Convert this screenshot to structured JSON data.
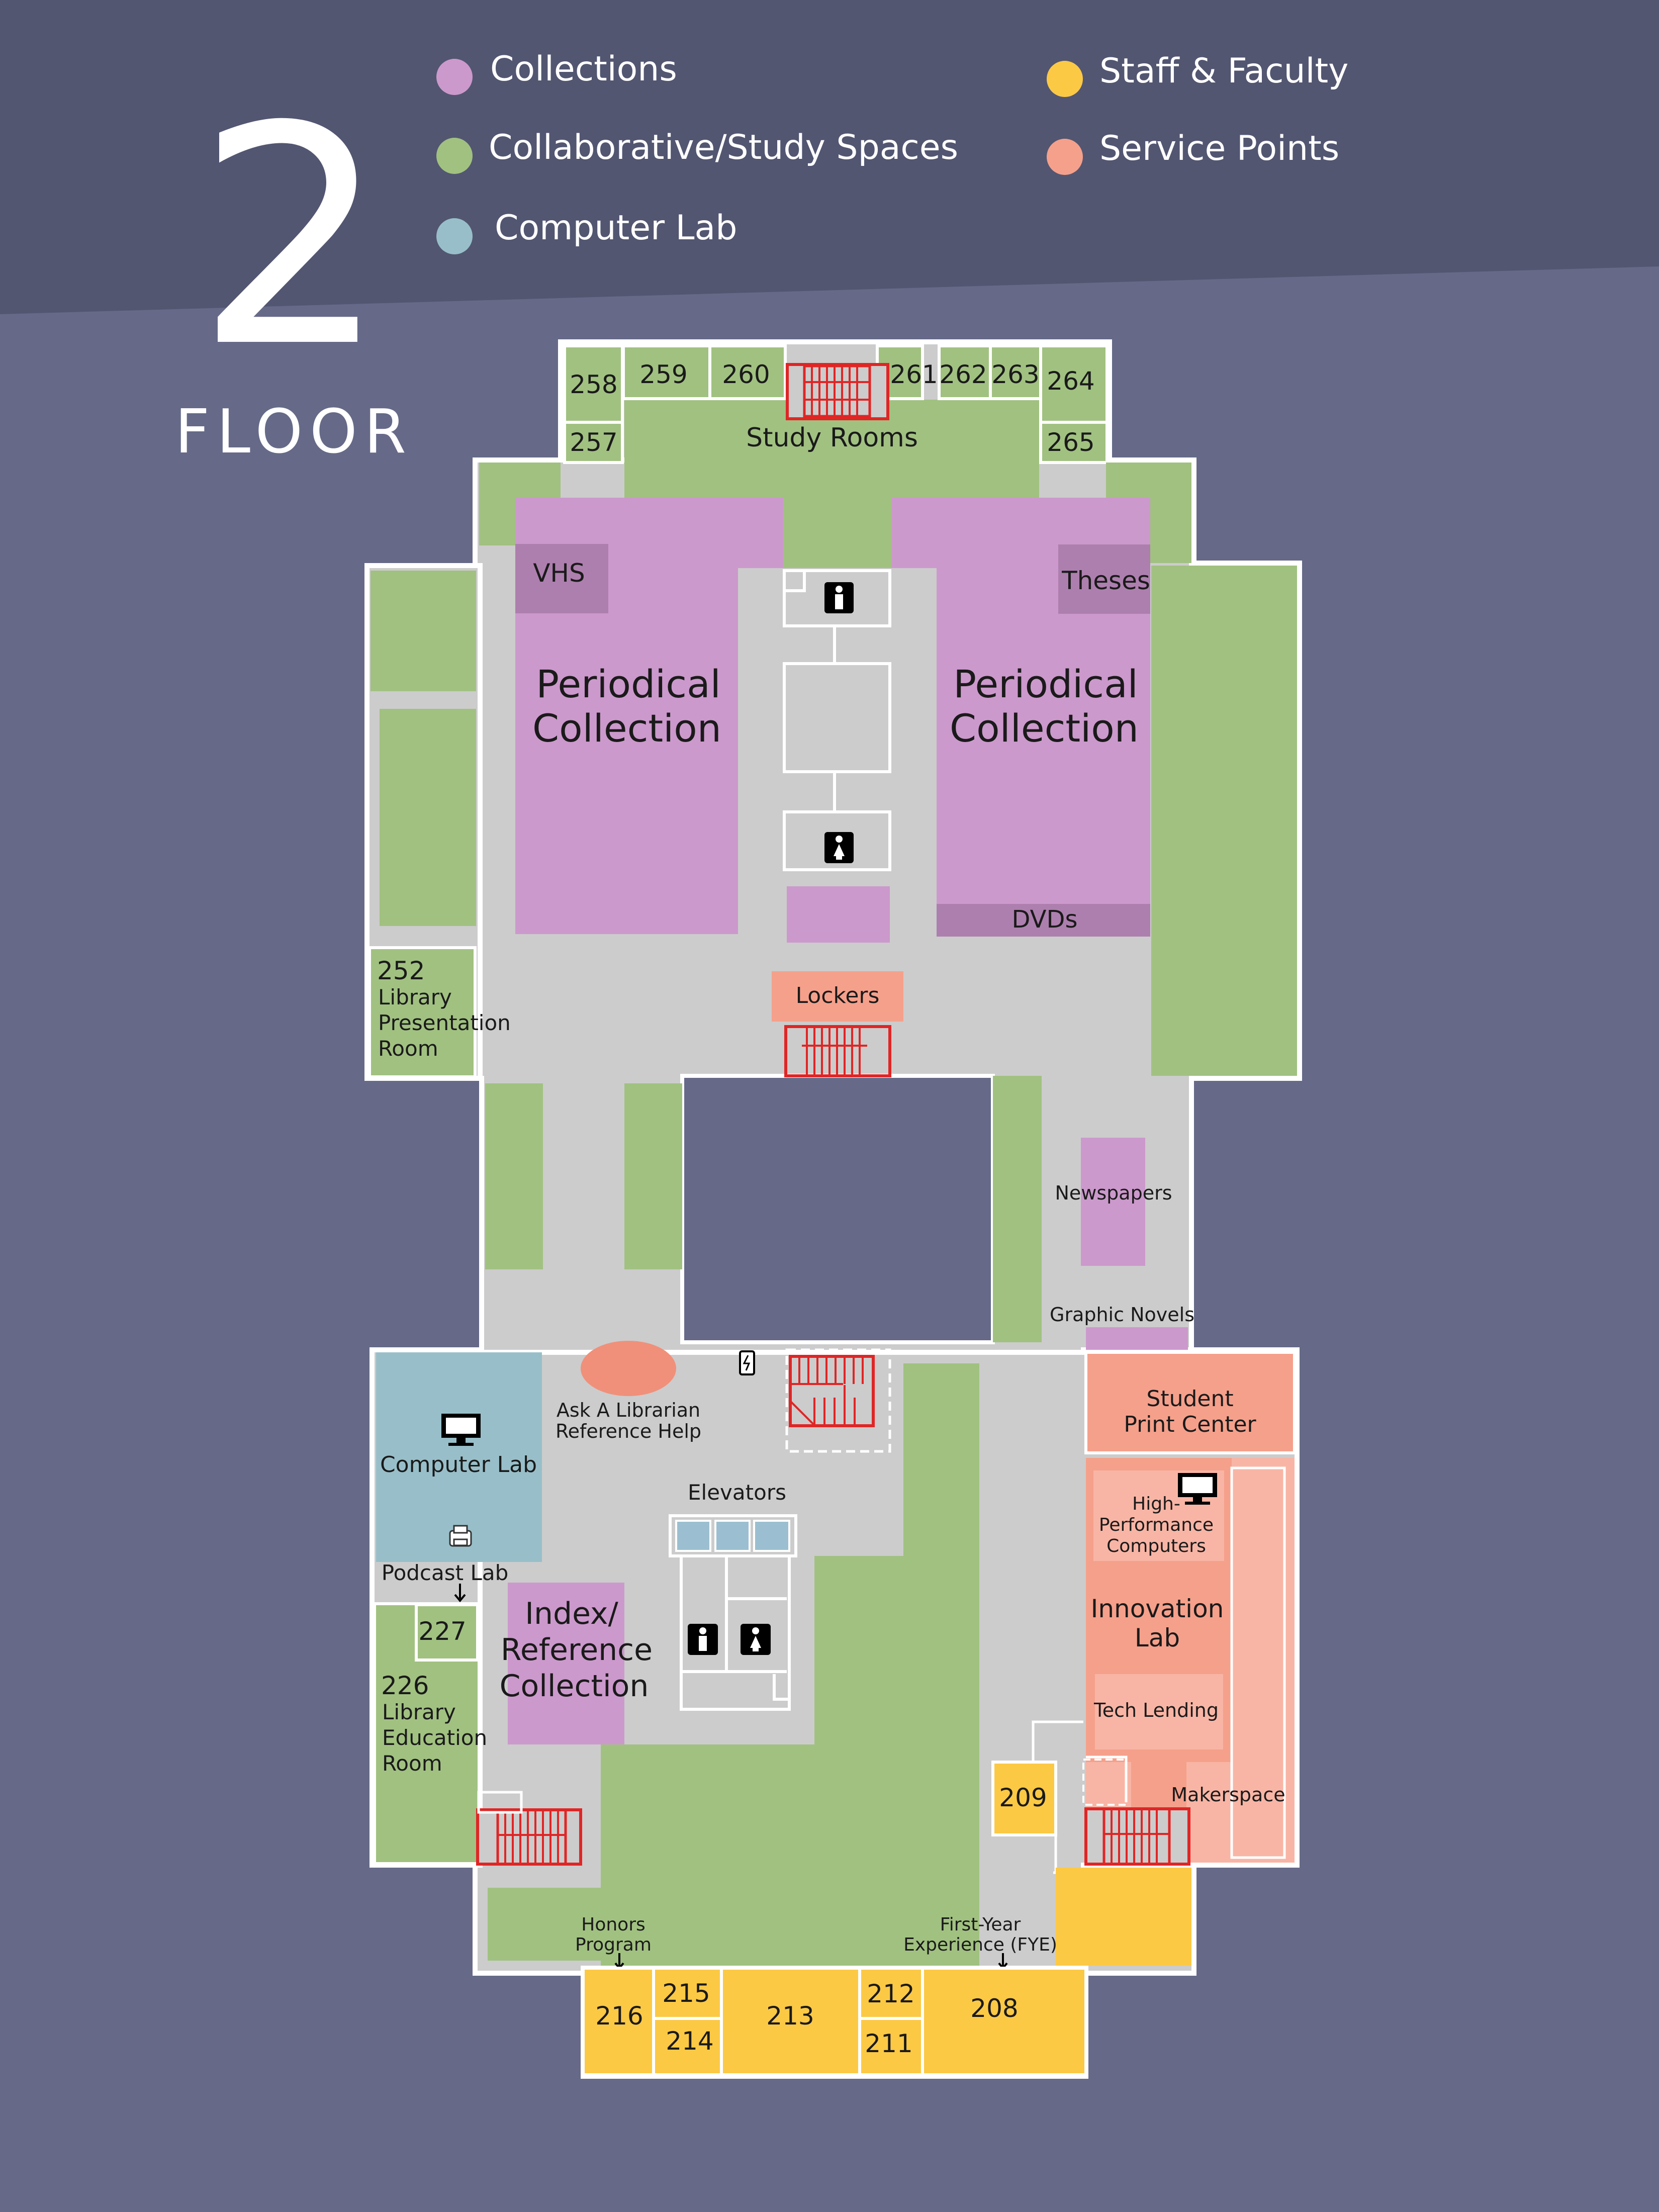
{
  "header": {
    "floor_number": "2",
    "floor_word": "FLOOR"
  },
  "legend": [
    {
      "label": "Collections",
      "color": "#cc99cc"
    },
    {
      "label": "Collaborative/Study Spaces",
      "color": "#a1c181"
    },
    {
      "label": "Computer Lab",
      "color": "#98bfc9"
    },
    {
      "label": "Staff & Faculty",
      "color": "#fcc945"
    },
    {
      "label": "Service Points",
      "color": "#f5a08b"
    }
  ],
  "rooms": {
    "r258": "258",
    "r259": "259",
    "r260": "260",
    "r261": "261",
    "r262": "262",
    "r263": "263",
    "r264": "264",
    "r257": "257",
    "r265": "265",
    "study_rooms": "Study Rooms",
    "vhs": "VHS",
    "theses": "Theses",
    "periodical_left_1": "Periodical",
    "periodical_left_2": "Collection",
    "periodical_right_1": "Periodical",
    "periodical_right_2": "Collection",
    "dvds": "DVDs",
    "lockers": "Lockers",
    "r252": "252",
    "r252_l1": "Library",
    "r252_l2": "Presentation",
    "r252_l3": "Room",
    "newspapers": "Newspapers",
    "graphic_novels": "Graphic Novels",
    "ask_1": "Ask A Librarian",
    "ask_2": "Reference Help",
    "computer_lab": "Computer Lab",
    "podcast_lab": "Podcast Lab",
    "elevators": "Elevators",
    "print_1": "Student",
    "print_2": "Print Center",
    "hpc_1": "High-",
    "hpc_2": "Performance",
    "hpc_3": "Computers",
    "innov_1": "Innovation",
    "innov_2": "Lab",
    "tech_lending": "Tech Lending",
    "makerspace": "Makerspace",
    "r227": "227",
    "r226": "226",
    "r226_l1": "Library",
    "r226_l2": "Education",
    "r226_l3": "Room",
    "index_1": "Index/",
    "index_2": "Reference",
    "index_3": "Collection",
    "r209": "209",
    "honors_1": "Honors",
    "honors_2": "Program",
    "fye_1": "First-Year",
    "fye_2": "Experience (FYE)",
    "r216": "216",
    "r215": "215",
    "r214": "214",
    "r213": "213",
    "r212": "212",
    "r211": "211",
    "r208": "208"
  },
  "icons": {
    "restroom_men": "restroom-men-icon",
    "restroom_women": "restroom-women-icon",
    "monitor": "monitor-icon",
    "printer": "printer-icon",
    "charging": "charging-station-icon",
    "stairs": "stairs-icon"
  },
  "colors": {
    "background": "#666a88",
    "header_band": "#525671",
    "floor_gray": "#cccccc",
    "collections": "#cc99cc",
    "collections_dark": "#ad7fae",
    "study": "#a1c181",
    "computer_lab": "#98bfc9",
    "staff": "#fcc945",
    "service": "#f5a08b",
    "service_light": "#f8b5a5",
    "stairs": "#e02525"
  }
}
